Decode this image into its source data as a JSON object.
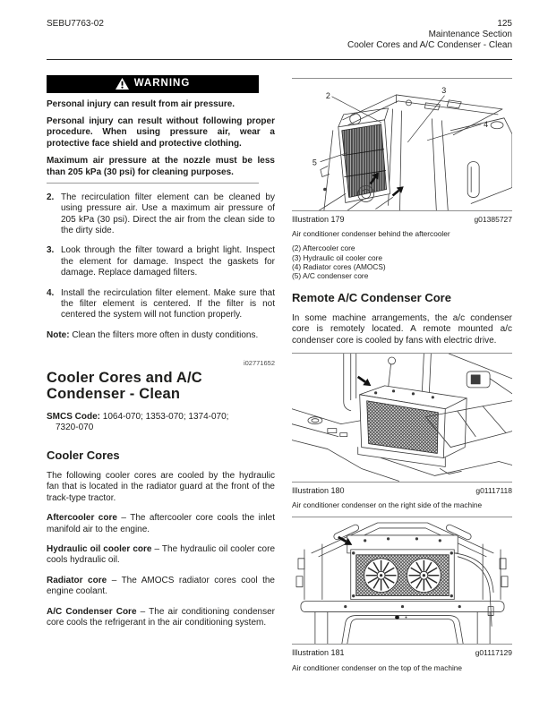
{
  "header": {
    "doc_code": "SEBU7763-02",
    "page_number": "125",
    "section": "Maintenance Section",
    "subsection": "Cooler Cores and A/C Condenser - Clean"
  },
  "colors": {
    "warning_bg": "#000000",
    "warning_fg": "#ffffff",
    "body_text": "#1d1d1b",
    "figure_rule": "#8f8f8f"
  },
  "warning": {
    "title": "WARNING",
    "paragraphs": [
      "Personal injury can result from air pressure.",
      "Personal injury can result without following proper procedure. When using pressure air, wear a protective face shield and protective clothing.",
      "Maximum air pressure at the nozzle must be less than 205 kPa (30 psi) for cleaning purposes."
    ]
  },
  "steps": [
    {
      "num": "2.",
      "text": "The recirculation filter element can be cleaned by using pressure air. Use a maximum air pressure of 205 kPa (30 psi). Direct the air from the clean side to the dirty side."
    },
    {
      "num": "3.",
      "text": "Look through the filter toward a bright light. Inspect the element for damage. Inspect the gaskets for damage. Replace damaged filters."
    },
    {
      "num": "4.",
      "text": "Install the recirculation filter element. Make sure that the filter element is centered. If the filter is not centered the system will not function properly."
    }
  ],
  "note": {
    "label": "Note:",
    "text": "Clean the filters more often in dusty conditions."
  },
  "article": {
    "id": "i02771652",
    "title": "Cooler Cores and A/C Condenser - Clean",
    "smcs_label": "SMCS Code:",
    "smcs_codes": "1064-070; 1353-070; 1374-070;",
    "smcs_codes_2": "7320-070"
  },
  "cooler_cores": {
    "title": "Cooler Cores",
    "intro": "The following cooler cores are cooled by the hydraulic fan that is located in the radiator guard at the front of the track-type tractor.",
    "definitions": [
      {
        "term": "Aftercooler core",
        "text": "– The aftercooler core cools the inlet manifold air to the engine."
      },
      {
        "term": "Hydraulic oil cooler core",
        "text": "– The hydraulic oil cooler core cools hydraulic oil."
      },
      {
        "term": "Radiator core",
        "text": "– The AMOCS radiator cores cool the engine coolant."
      },
      {
        "term": "A/C Condenser Core",
        "text": "– The air conditioning condenser core cools the refrigerant in the air conditioning system."
      }
    ]
  },
  "remote": {
    "title": "Remote A/C Condenser Core",
    "body": "In some machine arrangements, the a/c condenser core is remotely located. A remote mounted a/c condenser core is cooled by fans with electric drive."
  },
  "figures": [
    {
      "label": "Illustration 179",
      "gid": "g01385727",
      "caption": "Air conditioner condenser behind the aftercooler",
      "parts": [
        "(2) Aftercooler core",
        "(3) Hydraulic oil cooler core",
        "(4) Radiator cores (AMOCS)",
        "(5) A/C condenser core"
      ],
      "callouts": [
        "2",
        "3",
        "4",
        "5"
      ]
    },
    {
      "label": "Illustration 180",
      "gid": "g01117118",
      "caption": "Air conditioner condenser on the right side of the machine"
    },
    {
      "label": "Illustration 181",
      "gid": "g01117129",
      "caption": "Air conditioner condenser on the top of the machine"
    }
  ]
}
